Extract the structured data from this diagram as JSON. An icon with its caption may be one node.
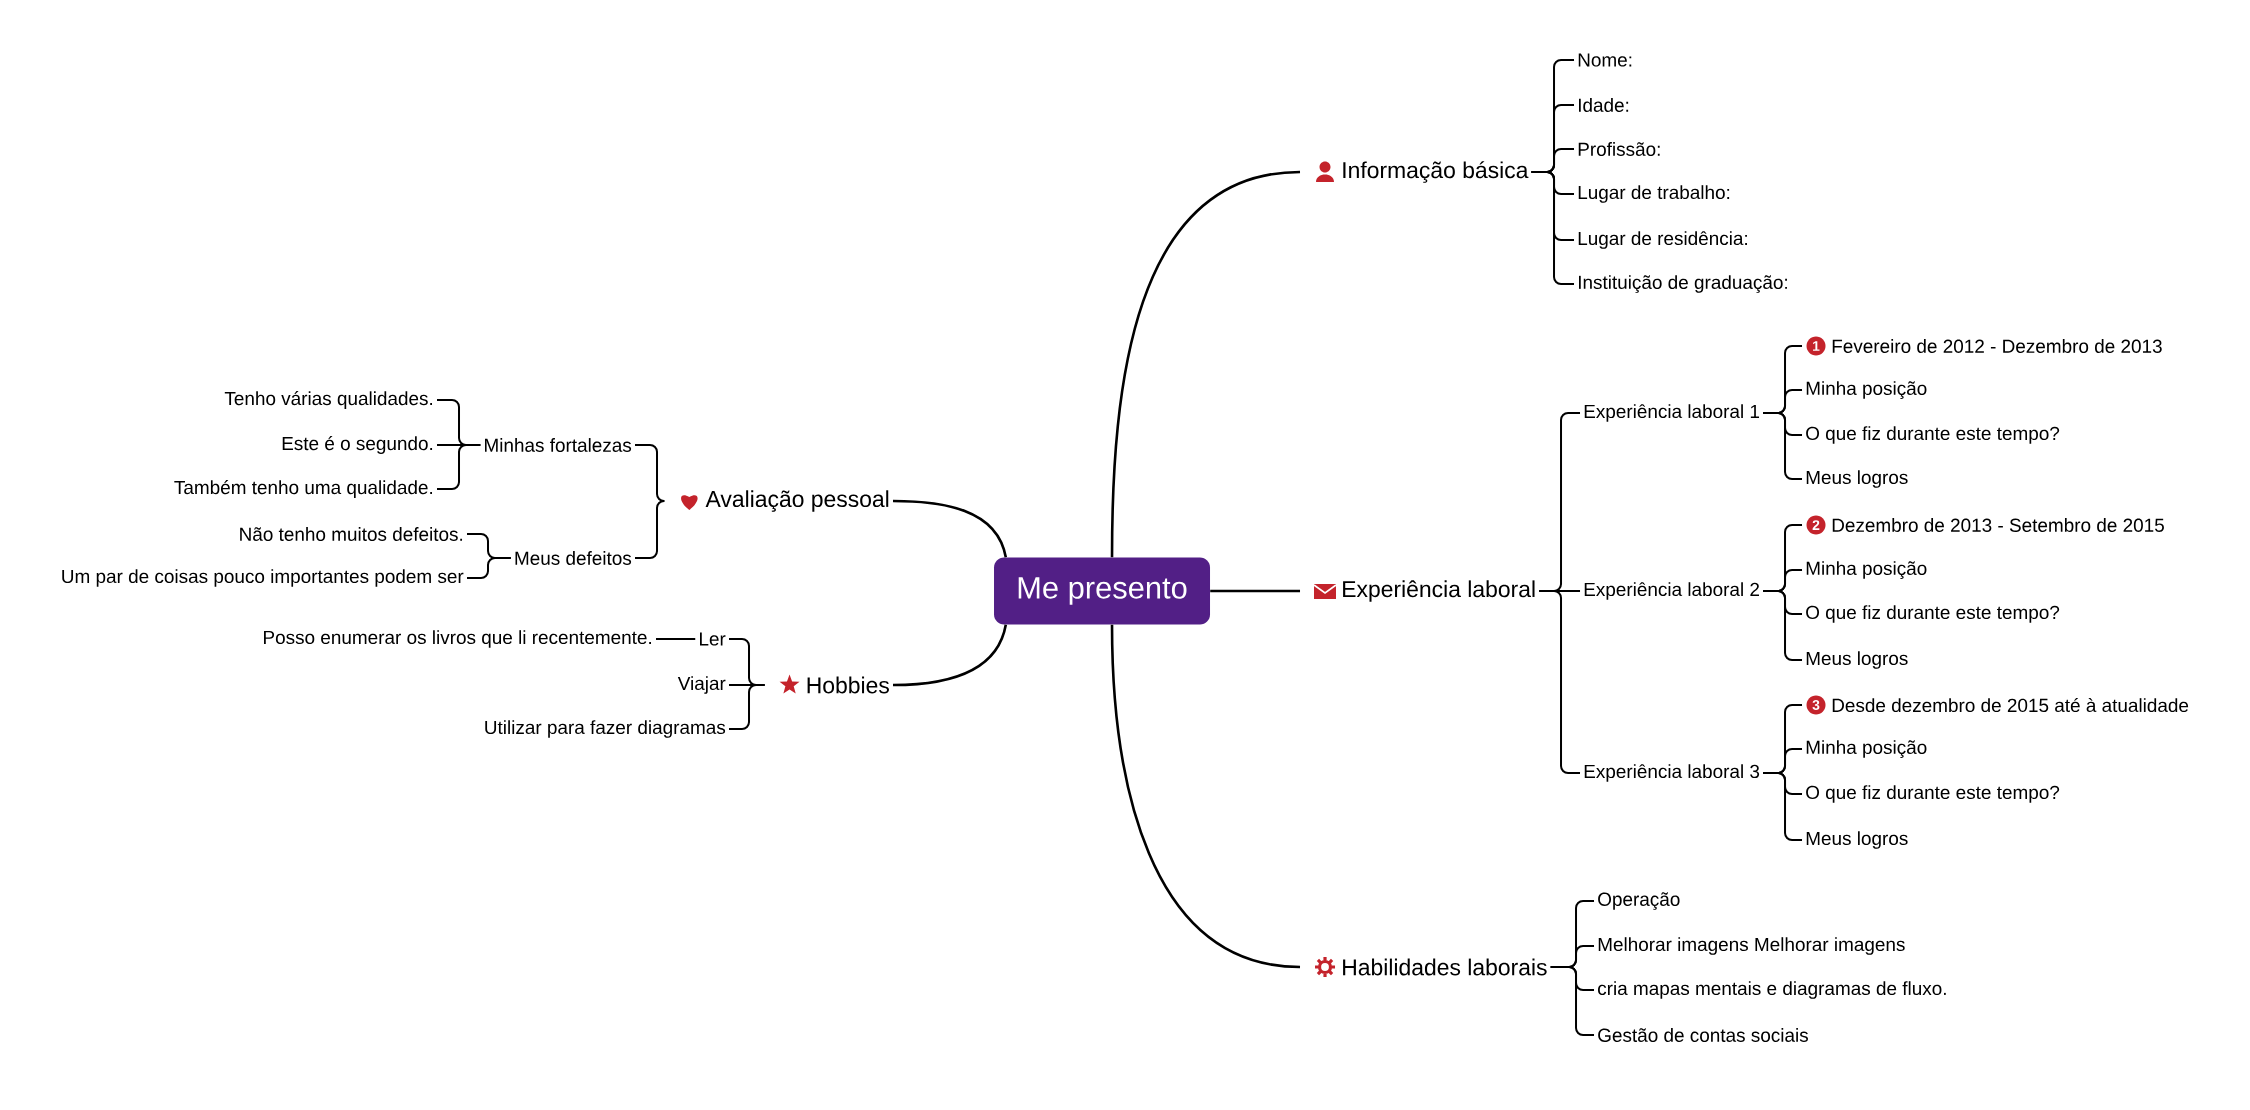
{
  "diagram": {
    "nodes": [
      {
        "text": [
          "Me presento"
        ]
      },
      {
        "text": [
          "Informação básica"
        ]
      },
      {
        "text": [
          "Nome:"
        ]
      },
      {
        "text": [
          "Idade:"
        ]
      },
      {
        "text": [
          "Profissão:"
        ]
      },
      {
        "text": [
          "Lugar de trabalho:"
        ]
      },
      {
        "text": [
          "Lugar de residência:"
        ]
      },
      {
        "text": [
          "Instituição de graduação:"
        ]
      },
      {
        "text": [
          "Experiência laboral"
        ]
      },
      {
        "text": [
          "Experiência laboral 1"
        ]
      },
      {
        "text": [
          "1",
          "Fevereiro de 2012 - Dezembro de 2013"
        ]
      },
      {
        "text": [
          "Minha posição"
        ]
      },
      {
        "text": [
          "O que fiz durante este tempo?"
        ]
      },
      {
        "text": [
          "Meus logros"
        ]
      },
      {
        "text": [
          "Experiência laboral 2"
        ]
      },
      {
        "text": [
          "2",
          "Dezembro de 2013 - Setembro de 2015"
        ]
      },
      {
        "text": [
          "Minha posição"
        ]
      },
      {
        "text": [
          "O que fiz durante este tempo?"
        ]
      },
      {
        "text": [
          "Meus logros"
        ]
      },
      {
        "text": [
          "Experiência laboral 3"
        ]
      },
      {
        "text": [
          "3",
          "Desde dezembro de 2015 até à atualidade"
        ]
      },
      {
        "text": [
          "Minha posição"
        ]
      },
      {
        "text": [
          "O que fiz durante este tempo?"
        ]
      },
      {
        "text": [
          "Meus logros"
        ]
      },
      {
        "text": [
          "Habilidades laborais"
        ]
      },
      {
        "text": [
          "Operação"
        ]
      },
      {
        "text": [
          "Melhorar imagens Melhorar imagens"
        ]
      },
      {
        "text": [
          "cria mapas mentais e diagramas de fluxo."
        ]
      },
      {
        "text": [
          "Gestão de contas sociais"
        ]
      },
      {
        "text": [
          "Avaliação pessoal"
        ]
      },
      {
        "text": [
          "Minhas fortalezas"
        ]
      },
      {
        "text": [
          "Tenho várias qualidades."
        ]
      },
      {
        "text": [
          "Este é o segundo."
        ]
      },
      {
        "text": [
          "Também tenho uma qualidade."
        ]
      },
      {
        "text": [
          "Meus defeitos"
        ]
      },
      {
        "text": [
          "Não tenho muitos defeitos."
        ]
      },
      {
        "text": [
          "Um par de coisas pouco importantes podem ser"
        ]
      },
      {
        "text": [
          "Hobbies"
        ]
      },
      {
        "text": [
          "Ler"
        ]
      },
      {
        "text": [
          "Posso enumerar os livros que li recentemente."
        ]
      },
      {
        "text": [
          "Viajar"
        ]
      },
      {
        "text": [
          "Utilizar para fazer diagramas"
        ]
      }
    ],
    "edges": [
      {
        "from": 0,
        "to": 1,
        "arrow": "none"
      },
      {
        "from": 1,
        "to": 2,
        "arrow": "none"
      },
      {
        "from": 1,
        "to": 3,
        "arrow": "none"
      },
      {
        "from": 1,
        "to": 4,
        "arrow": "none"
      },
      {
        "from": 1,
        "to": 5,
        "arrow": "none"
      },
      {
        "from": 1,
        "to": 6,
        "arrow": "none"
      },
      {
        "from": 1,
        "to": 7,
        "arrow": "none"
      },
      {
        "from": 0,
        "to": 8,
        "arrow": "none"
      },
      {
        "from": 8,
        "to": 9,
        "arrow": "none"
      },
      {
        "from": 9,
        "to": 10,
        "arrow": "none"
      },
      {
        "from": 9,
        "to": 11,
        "arrow": "none"
      },
      {
        "from": 9,
        "to": 12,
        "arrow": "none"
      },
      {
        "from": 9,
        "to": 13,
        "arrow": "none"
      },
      {
        "from": 8,
        "to": 14,
        "arrow": "none"
      },
      {
        "from": 14,
        "to": 15,
        "arrow": "none"
      },
      {
        "from": 14,
        "to": 16,
        "arrow": "none"
      },
      {
        "from": 14,
        "to": 17,
        "arrow": "none"
      },
      {
        "from": 14,
        "to": 18,
        "arrow": "none"
      },
      {
        "from": 8,
        "to": 19,
        "arrow": "none"
      },
      {
        "from": 19,
        "to": 20,
        "arrow": "none"
      },
      {
        "from": 19,
        "to": 21,
        "arrow": "none"
      },
      {
        "from": 19,
        "to": 22,
        "arrow": "none"
      },
      {
        "from": 19,
        "to": 23,
        "arrow": "none"
      },
      {
        "from": 0,
        "to": 24,
        "arrow": "none"
      },
      {
        "from": 24,
        "to": 25,
        "arrow": "none"
      },
      {
        "from": 24,
        "to": 26,
        "arrow": "none"
      },
      {
        "from": 24,
        "to": 27,
        "arrow": "none"
      },
      {
        "from": 24,
        "to": 28,
        "arrow": "none"
      },
      {
        "from": 0,
        "to": 29,
        "arrow": "none"
      },
      {
        "from": 29,
        "to": 30,
        "arrow": "none"
      },
      {
        "from": 30,
        "to": 31,
        "arrow": "none"
      },
      {
        "from": 30,
        "to": 32,
        "arrow": "none"
      },
      {
        "from": 30,
        "to": 33,
        "arrow": "none"
      },
      {
        "from": 29,
        "to": 34,
        "arrow": "none"
      },
      {
        "from": 34,
        "to": 35,
        "arrow": "none"
      },
      {
        "from": 34,
        "to": 36,
        "arrow": "none"
      },
      {
        "from": 0,
        "to": 37,
        "arrow": "none"
      },
      {
        "from": 37,
        "to": 38,
        "arrow": "none"
      },
      {
        "from": 38,
        "to": 39,
        "arrow": "none"
      },
      {
        "from": 37,
        "to": 40,
        "arrow": "none"
      },
      {
        "from": 37,
        "to": 41,
        "arrow": "none"
      }
    ]
  }
}
